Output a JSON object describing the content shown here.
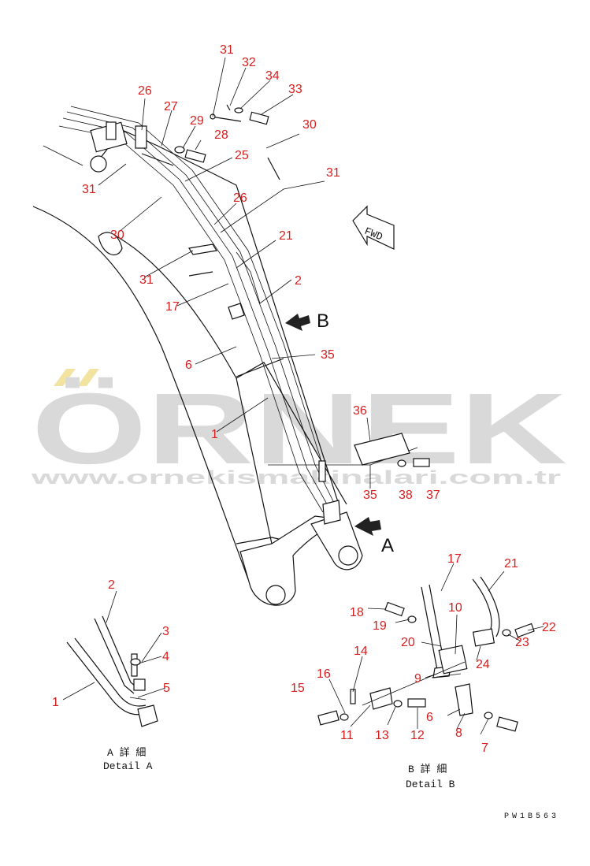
{
  "watermark": {
    "brand": "ÖRNEK",
    "url": "www.ornekismakinalari.com.tr"
  },
  "drawing_code": "PW1B563",
  "direction_label": "FWD",
  "view_arrows": {
    "a": "A",
    "b": "B"
  },
  "details": {
    "a": {
      "jp": "A 詳 細",
      "en": "Detail A"
    },
    "b": {
      "jp": "B 詳 細",
      "en": "Detail B"
    }
  },
  "callouts": {
    "c1": "1",
    "c2": "2",
    "c6": "6",
    "c17": "17",
    "c21": "21",
    "c25": "25",
    "c26a": "26",
    "c26b": "26",
    "c27": "27",
    "c28": "28",
    "c29": "29",
    "c30a": "30",
    "c30b": "30",
    "c31a": "31",
    "c31b": "31",
    "c31c": "31",
    "c31d": "31",
    "c32": "32",
    "c33": "33",
    "c34": "34",
    "c35a": "35",
    "c35b": "35",
    "c36": "36",
    "c37": "37",
    "c38": "38",
    "a1": "1",
    "a2": "2",
    "a3": "3",
    "a4": "4",
    "a5": "5",
    "b6": "6",
    "b7": "7",
    "b8": "8",
    "b9": "9",
    "b10": "10",
    "b11": "11",
    "b12": "12",
    "b13": "13",
    "b14": "14",
    "b15": "15",
    "b16": "16",
    "b17": "17",
    "b18": "18",
    "b19": "19",
    "b20": "20",
    "b21": "21",
    "b22": "22",
    "b23": "23",
    "b24": "24"
  },
  "colors": {
    "callout": "#d81e1e",
    "linework": "#111111",
    "watermark": "#d9d9d9",
    "watermark_accent": "#f3e3a0"
  }
}
